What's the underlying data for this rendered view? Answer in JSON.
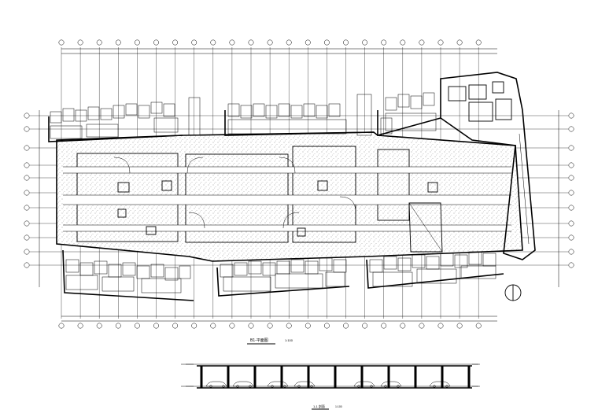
{
  "drawing": {
    "plan_title": "B1-平面图",
    "plan_scale": "1:100",
    "section_title": "1-1 剖面",
    "section_scale": "1:100"
  },
  "colors": {
    "line": "#000000",
    "paper": "#ffffff"
  }
}
